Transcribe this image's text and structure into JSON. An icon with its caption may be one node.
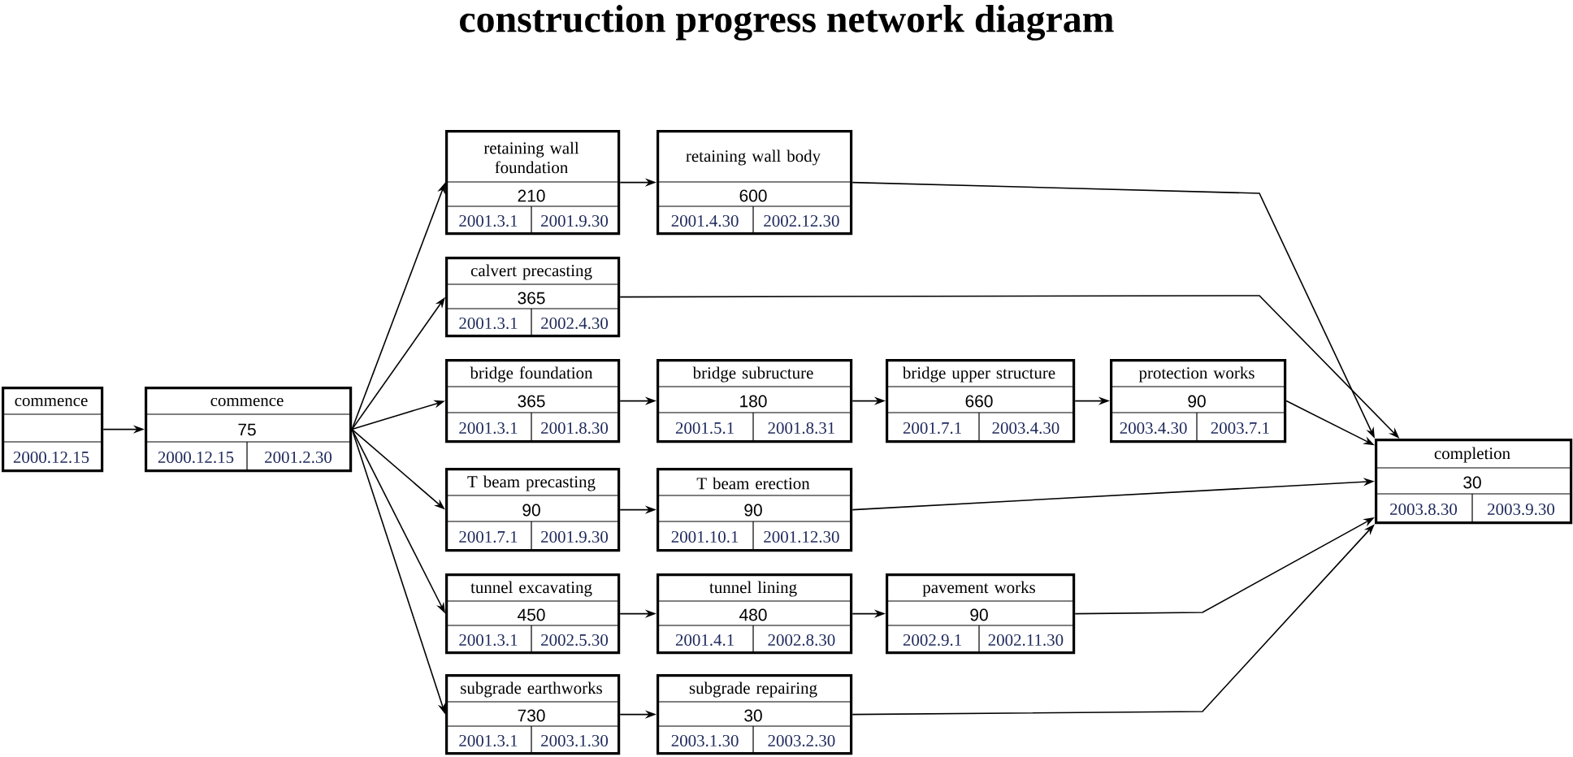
{
  "diagram": {
    "title": "construction progress network diagram",
    "nodes": [
      {
        "text": [
          "commence",
          "2000.12.15"
        ]
      },
      {
        "text": [
          "commence",
          "75",
          "2000.12.15",
          "2001.2.30"
        ]
      },
      {
        "text": [
          "retaining wall foundation",
          "210",
          "2001.3.1",
          "2001.9.30"
        ]
      },
      {
        "text": [
          "retaining wall body",
          "600",
          "2001.4.30",
          "2002.12.30"
        ]
      },
      {
        "text": [
          "calvert precasting",
          "365",
          "2001.3.1",
          "2002.4.30"
        ]
      },
      {
        "text": [
          "bridge foundation",
          "365",
          "2001.3.1",
          "2001.8.30"
        ]
      },
      {
        "text": [
          "bridge subructure",
          "180",
          "2001.5.1",
          "2001.8.31"
        ]
      },
      {
        "text": [
          "bridge upper structure",
          "660",
          "2001.7.1",
          "2003.4.30"
        ]
      },
      {
        "text": [
          "protection works",
          "90",
          "2003.4.30",
          "2003.7.1"
        ]
      },
      {
        "text": [
          "completion",
          "30",
          "2003.8.30",
          "2003.9.30"
        ]
      },
      {
        "text": [
          "T beam precasting",
          "90",
          "2001.7.1",
          "2001.9.30"
        ]
      },
      {
        "text": [
          "T beam erection",
          "90",
          "2001.10.1",
          "2001.12.30"
        ]
      },
      {
        "text": [
          "tunnel excavating",
          "450",
          "2001.3.1",
          "2002.5.30"
        ]
      },
      {
        "text": [
          "tunnel lining",
          "480",
          "2001.4.1",
          "2002.8.30"
        ]
      },
      {
        "text": [
          "pavement works",
          "90",
          "2002.9.1",
          "2002.11.30"
        ]
      },
      {
        "text": [
          "subgrade earthworks",
          "730",
          "2001.3.1",
          "2003.1.30"
        ]
      },
      {
        "text": [
          "subgrade repairing",
          "30",
          "2003.1.30",
          "2003.2.30"
        ]
      }
    ],
    "edges": [
      {
        "from": 0,
        "to": 1,
        "arrow": "to"
      },
      {
        "from": 1,
        "to": 2,
        "arrow": "to"
      },
      {
        "from": 1,
        "to": 4,
        "arrow": "to"
      },
      {
        "from": 1,
        "to": 5,
        "arrow": "to"
      },
      {
        "from": 1,
        "to": 10,
        "arrow": "to"
      },
      {
        "from": 1,
        "to": 12,
        "arrow": "to"
      },
      {
        "from": 1,
        "to": 15,
        "arrow": "to"
      },
      {
        "from": 2,
        "to": 3,
        "arrow": "to"
      },
      {
        "from": 5,
        "to": 6,
        "arrow": "to"
      },
      {
        "from": 6,
        "to": 7,
        "arrow": "to"
      },
      {
        "from": 7,
        "to": 8,
        "arrow": "to"
      },
      {
        "from": 10,
        "to": 11,
        "arrow": "to"
      },
      {
        "from": 12,
        "to": 13,
        "arrow": "to"
      },
      {
        "from": 13,
        "to": 14,
        "arrow": "to"
      },
      {
        "from": 15,
        "to": 16,
        "arrow": "to"
      },
      {
        "from": 3,
        "to": 9,
        "arrow": "to"
      },
      {
        "from": 4,
        "to": 9,
        "arrow": "to"
      },
      {
        "from": 8,
        "to": 9,
        "arrow": "to"
      },
      {
        "from": 11,
        "to": 9,
        "arrow": "to"
      },
      {
        "from": 14,
        "to": 9,
        "arrow": "to"
      },
      {
        "from": 16,
        "to": 9,
        "arrow": "to"
      }
    ]
  }
}
